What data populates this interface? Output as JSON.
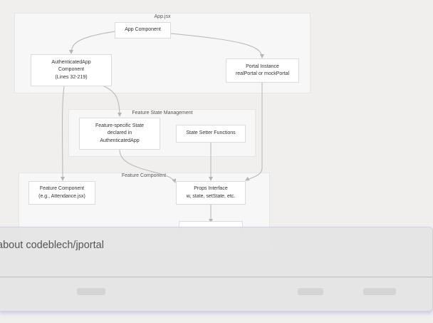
{
  "diagram": {
    "groups": {
      "app": "App.jsx",
      "feature_state": "Feature State Management",
      "feature_component": "Feature Component"
    },
    "nodes": {
      "app_component": "App Component",
      "authenticated_app": "AuthenticatedApp\nComponent\n(Lines 32-219)",
      "portal_instance": "Portal Instance\nrealPortal or mockPortal",
      "feature_specific_state": "Feature-specific State\ndeclared in\nAuthenticatedApp",
      "state_setter_functions": "State Setter Functions",
      "feature_component_node": "Feature Component\n(e.g., Attendance.jsx)",
      "props_interface": "Props Interface\nw, state, setState, etc."
    }
  },
  "chat_overlay": {
    "input_text": "about codeblech/jportal"
  }
}
